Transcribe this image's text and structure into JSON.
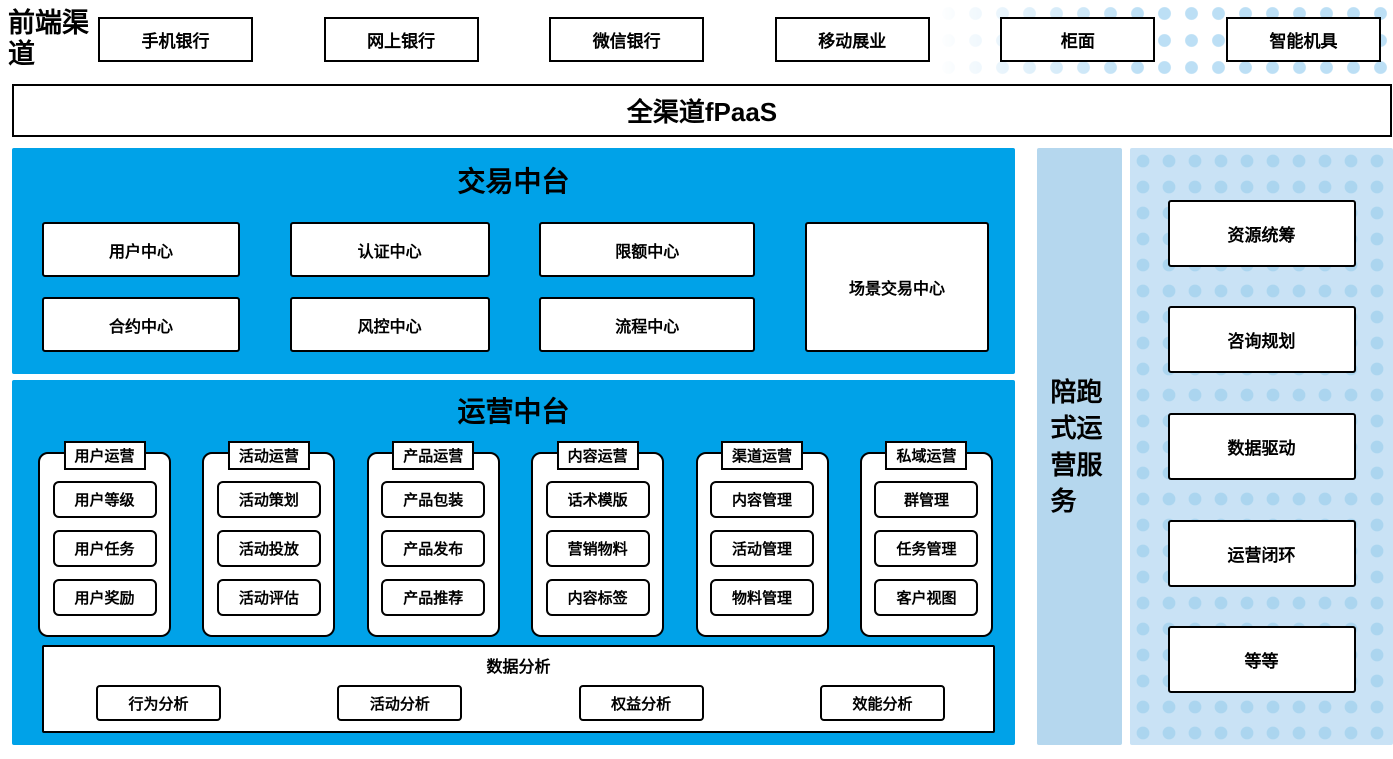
{
  "frontend": {
    "label": "前端渠道",
    "channels": [
      "手机银行",
      "网上银行",
      "微信银行",
      "移动展业",
      "柜面",
      "智能机具"
    ]
  },
  "fpaas": {
    "label": "全渠道fPaaS"
  },
  "transaction": {
    "title": "交易中台",
    "row1": [
      "用户中心",
      "认证中心",
      "限额中心"
    ],
    "row2": [
      "合约中心",
      "风控中心",
      "流程中心"
    ],
    "tall_box": "场景交易中心"
  },
  "operations": {
    "title": "运营中台",
    "groups": [
      {
        "title": "用户运营",
        "items": [
          "用户等级",
          "用户任务",
          "用户奖励"
        ]
      },
      {
        "title": "活动运营",
        "items": [
          "活动策划",
          "活动投放",
          "活动评估"
        ]
      },
      {
        "title": "产品运营",
        "items": [
          "产品包装",
          "产品发布",
          "产品推荐"
        ]
      },
      {
        "title": "内容运营",
        "items": [
          "话术模版",
          "营销物料",
          "内容标签"
        ]
      },
      {
        "title": "渠道运营",
        "items": [
          "内容管理",
          "活动管理",
          "物料管理"
        ]
      },
      {
        "title": "私域运营",
        "items": [
          "群管理",
          "任务管理",
          "客户视图"
        ]
      }
    ],
    "analysis": {
      "title": "数据分析",
      "items": [
        "行为分析",
        "活动分析",
        "权益分析",
        "效能分析"
      ]
    }
  },
  "side_bar": {
    "label": "陪跑式运营服务"
  },
  "right_panel": {
    "items": [
      "资源统筹",
      "咨询规划",
      "数据驱动",
      "运营闭环",
      "等等"
    ]
  },
  "colors": {
    "section_blue": "#00a2e8",
    "side_bar_blue": "#b5d7ee",
    "panel_blue": "#c9e2f5",
    "dot_blue": "#abd5ef",
    "border_black": "#000000"
  }
}
